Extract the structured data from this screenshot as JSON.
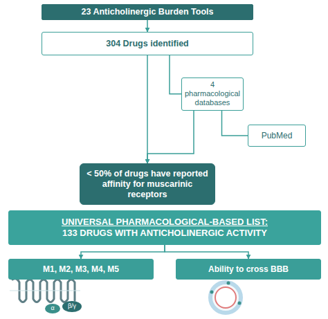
{
  "diagram": {
    "nodes": [
      {
        "text": [
          "23 Anticholinergic Burden Tools"
        ]
      },
      {
        "text": [
          "304 Drugs identified"
        ]
      },
      {
        "text": [
          "4 pharmacological databases"
        ]
      },
      {
        "text": [
          "PubMed"
        ]
      },
      {
        "text": [
          "< 50% of drugs have reported affinity for muscarinic receptors"
        ]
      },
      {
        "text": [
          "UNIVERSAL PHARMACOLOGICAL-BASED LIST:",
          "133 DRUGS WITH ANTICHOLINERGIC ACTIVITY"
        ]
      },
      {
        "text": [
          "M1, M2, M3, M4, M5"
        ]
      },
      {
        "text": [
          "Ability to cross BBB"
        ]
      }
    ],
    "edges": [
      {
        "from": 0,
        "to": 1,
        "arrow": "to"
      },
      {
        "from": 1,
        "to": 4,
        "arrow": "to"
      },
      {
        "from": 1,
        "to": 2,
        "arrow": "none"
      },
      {
        "from": 2,
        "to": 3,
        "arrow": "none"
      },
      {
        "from": 2,
        "to": 4,
        "arrow": "to"
      },
      {
        "from": 5,
        "to": 6,
        "arrow": "to"
      },
      {
        "from": 5,
        "to": 7,
        "arrow": "to"
      }
    ],
    "labels": [
      "α",
      "β/γ"
    ]
  }
}
